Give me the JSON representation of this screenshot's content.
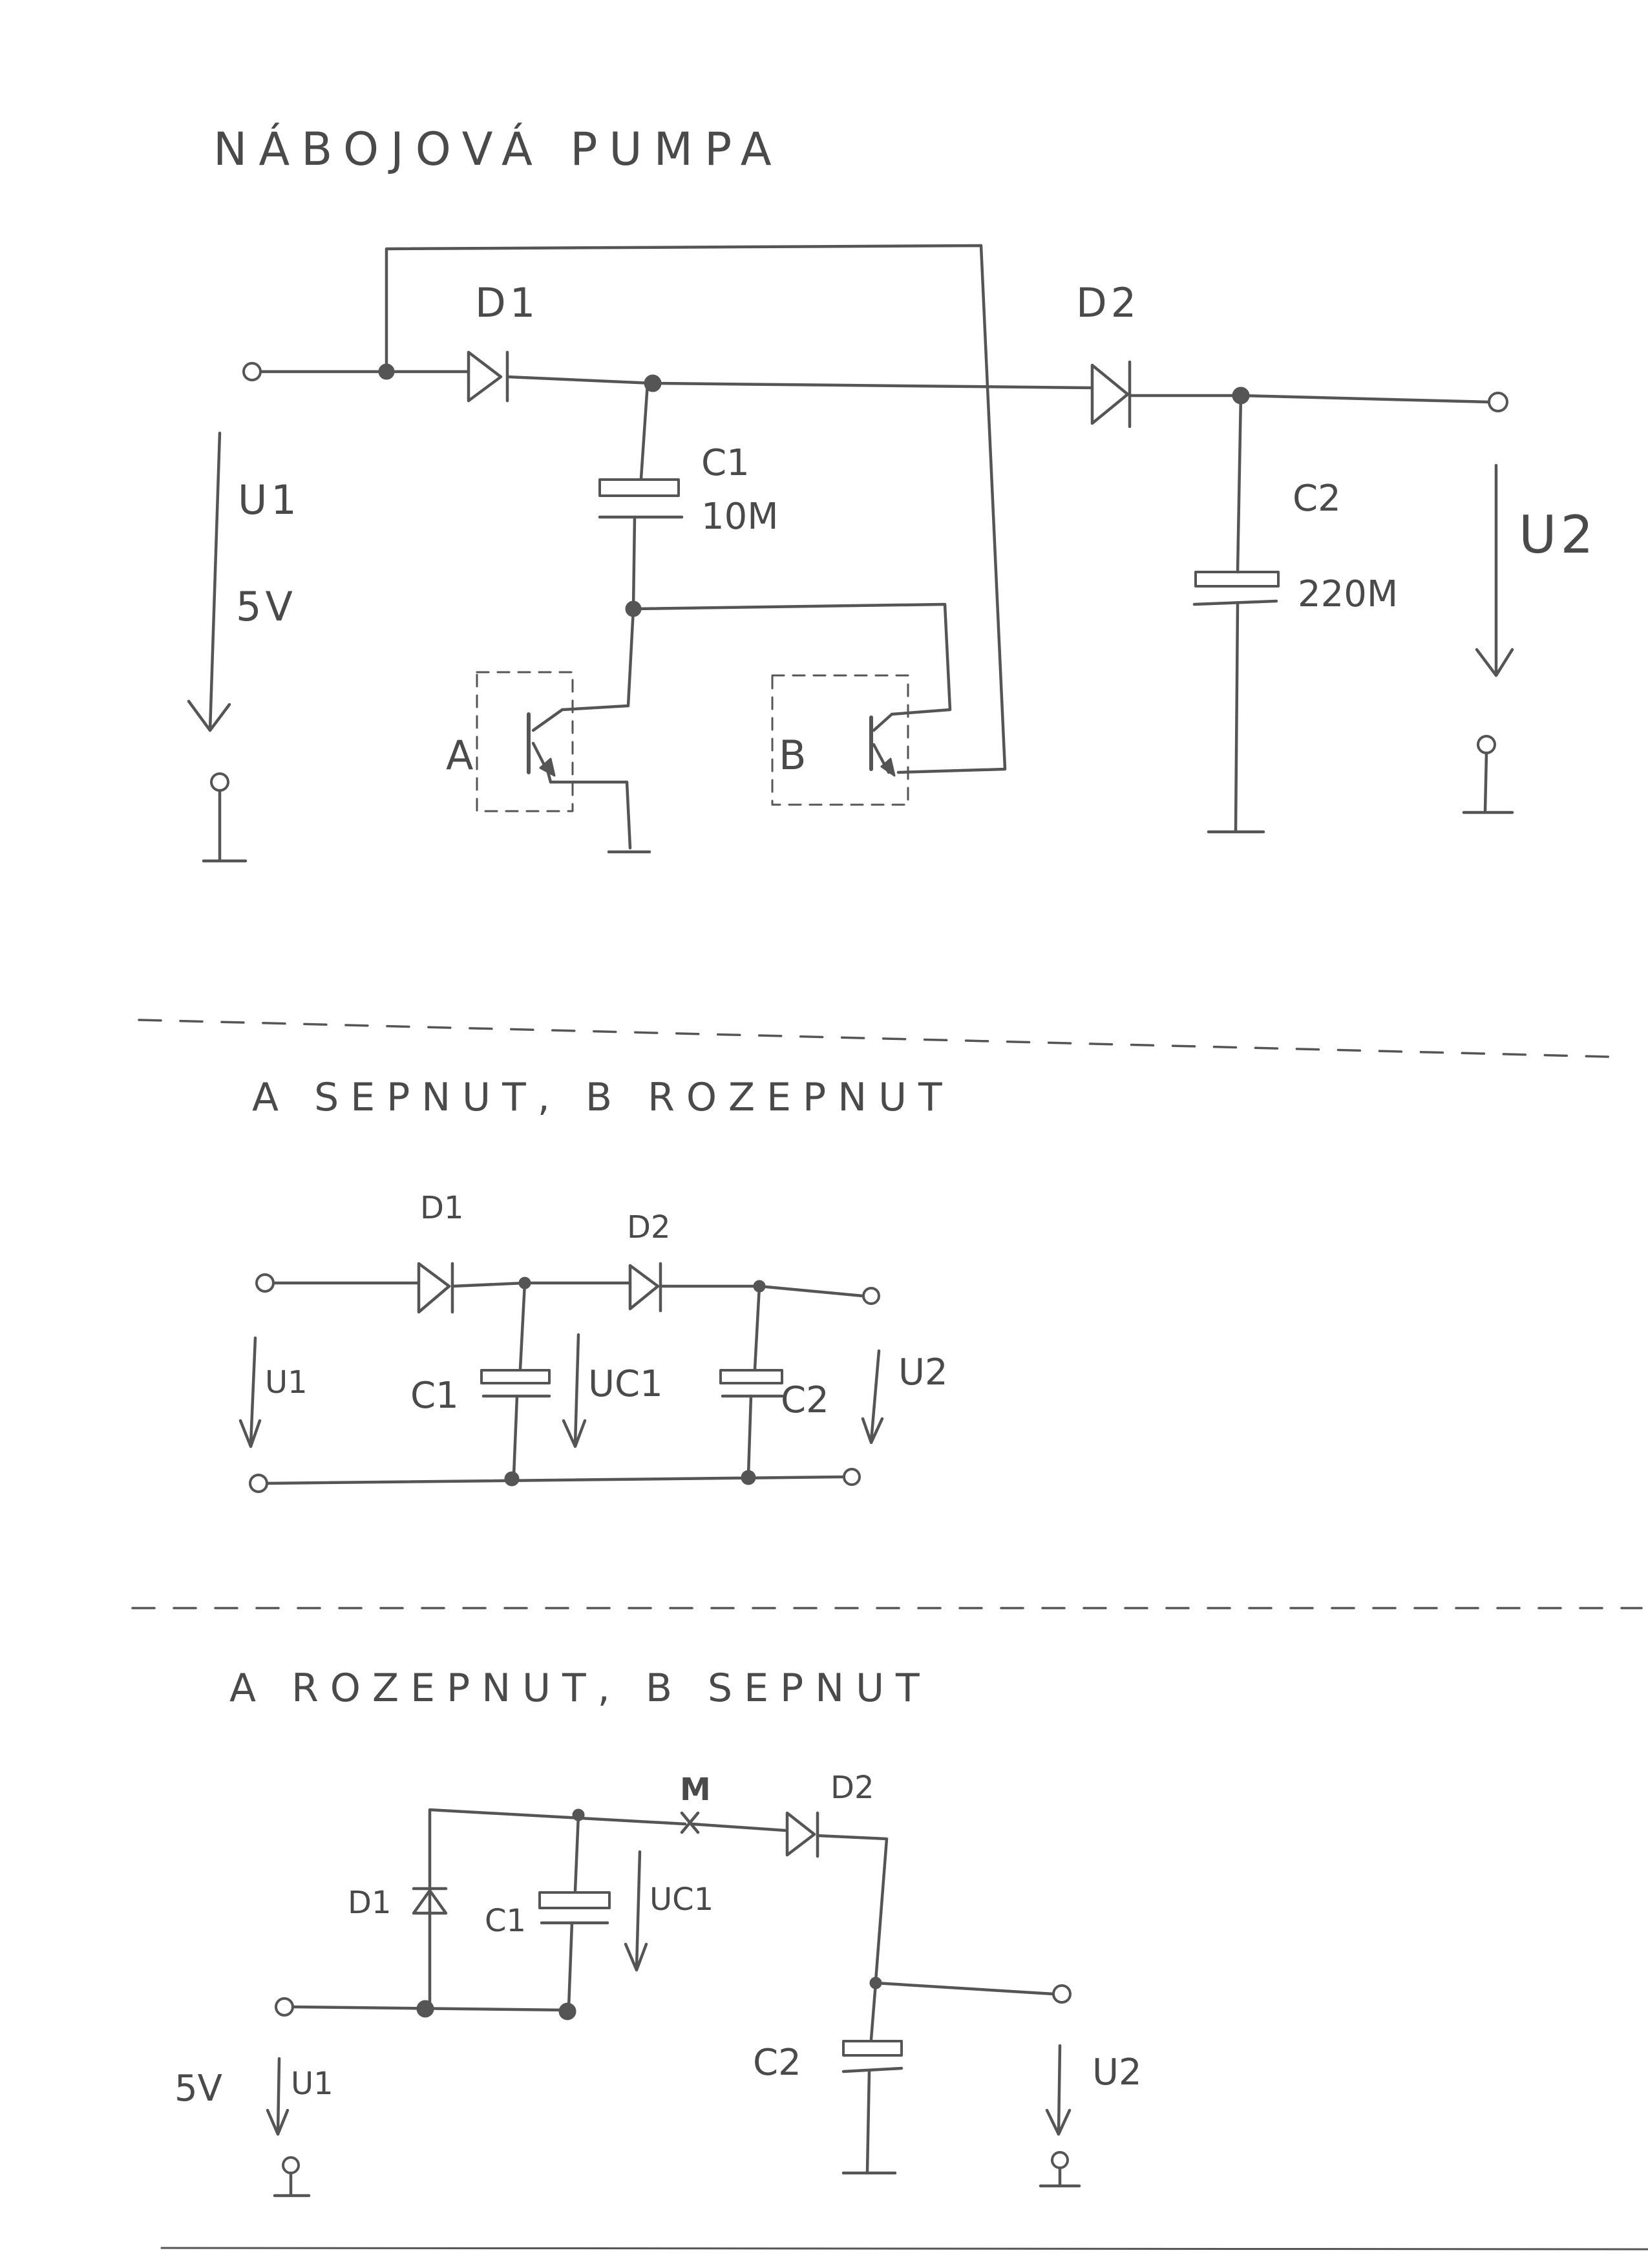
{
  "title": "NÁBOJOVÁ PUMPA",
  "section1": {
    "d1": "D1",
    "d2": "D2",
    "c1": "C1",
    "c1_value": "10M",
    "c2": "C2",
    "c2_value": "220M",
    "u1": "U1",
    "u1_value": "5V",
    "u2": "U2",
    "switch_a": "A",
    "switch_b": "B"
  },
  "section2": {
    "heading": "A SEPNUT, B ROZEPNUT",
    "d1": "D1",
    "d2": "D2",
    "c1": "C1",
    "c2": "C2",
    "u1": "U1",
    "uc1": "UC1",
    "u2": "U2"
  },
  "section3": {
    "heading": "A ROZEPNUT, B SEPNUT",
    "m": "M",
    "d1": "D1",
    "d2": "D2",
    "c1": "C1",
    "c2": "C2",
    "uc1": "UC1",
    "u1_value": "5V",
    "u1": "U1",
    "u2": "U2"
  }
}
